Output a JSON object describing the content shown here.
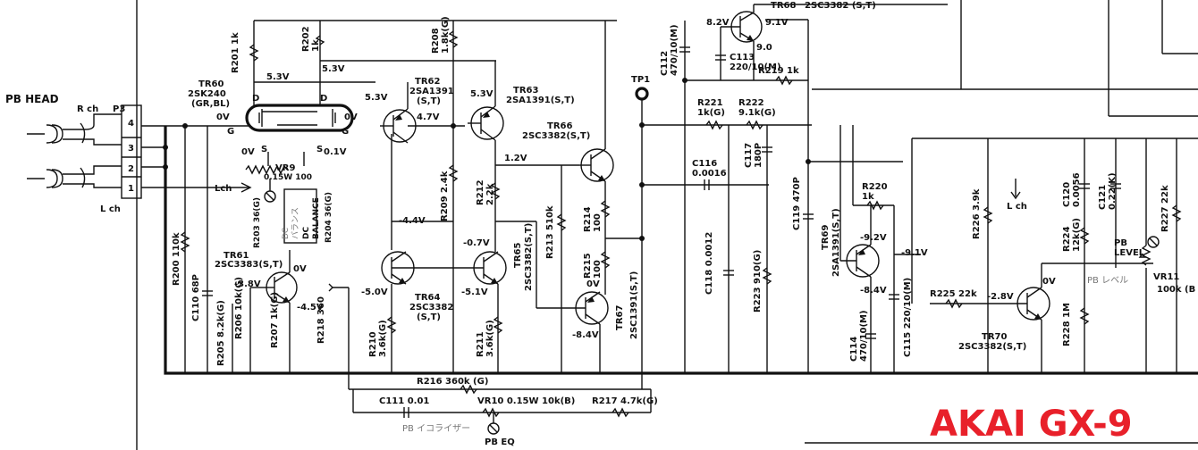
{
  "brand": "AKAI GX-9",
  "color": {
    "brand": "#e8202a",
    "ink": "#111111",
    "gray": "#777777"
  },
  "head": {
    "title": "PB HEAD",
    "rch": "R ch",
    "lch": "L ch",
    "port": "P3",
    "pins": [
      "4",
      "3",
      "2",
      "1"
    ]
  },
  "tr60": {
    "name": "TR60",
    "type": "2SK240",
    "sub": "(GR,BL)",
    "v_left": "5.3V",
    "v_right": "5.3V",
    "g0": "0V",
    "g1": "0V",
    "d": "D",
    "g": "G",
    "s": "S",
    "s_l": "0V",
    "s_r": "0.1V"
  },
  "vr9": {
    "name": "VR9",
    "spec": "0.15W 100",
    "jp": "DC\nバランス",
    "en": "DC\nBALANCE"
  },
  "r201": "R201 1k",
  "r202": "R202\n1k",
  "r203": "R203 36(G)",
  "r204": "R204 36(G)",
  "lch_out": "Lch",
  "tr61": {
    "name": "TR61",
    "type": "2SC3383(S,T)",
    "v_c": "0V",
    "v_b": "-3.8V",
    "v_e": "-4.5V"
  },
  "r200": "R200 110k",
  "c110": "C110 68P",
  "r205": "R205 8.2k(G)",
  "r206": "R206 10k(G)",
  "r207": "R207 1k(G)",
  "r218": "R218 360",
  "tr62": {
    "name": "TR62",
    "type": "2SA1391",
    "sub": "(S,T)",
    "v_e": "5.3V",
    "v_c": "4.7V"
  },
  "tr63": {
    "name": "TR63",
    "type": "2SA1391(S,T)",
    "v_e": "5.3V"
  },
  "r208": "R208\n1.8k(G)",
  "r209": "R209 2.4k",
  "r210": "R210\n3.6k(G)",
  "r211": "R211\n3.6k(G)",
  "r212": "R212\n2.2k",
  "v_44": "-4.4V",
  "v_50": "-5.0V",
  "v_51": "-5.1V",
  "v_07": "-0.7V",
  "v_12": "1.2V",
  "tr64": {
    "name": "TR64",
    "type": "2SC3382",
    "sub": "(S,T)"
  },
  "tr65": {
    "name": "TR65",
    "type": "2SC3382(S,T)"
  },
  "tr66": {
    "name": "TR66",
    "type": "2SC3382(S,T)"
  },
  "tr67": {
    "name": "TR67",
    "type": "2SC1391(S,T)",
    "v_e": "0V",
    "v_b": "-8.4V"
  },
  "r213": "R213 510k",
  "r214": "R214\n100",
  "r215": "R215\n100",
  "tp1": "TP1",
  "tr68": {
    "name": "TR68",
    "type": "2SC3382 (S,T)",
    "v_b": "8.2V",
    "v_c": "9.1V",
    "v_e": "9.0"
  },
  "c112": "C112\n470/10(M)",
  "c113": "C113\n220/10(M)",
  "r219": "R219 1k",
  "r221": "R221\n1k(G)",
  "r222": "R222\n9.1k(G)",
  "c116": "C116\n0.0016",
  "c117": "C117\n180P",
  "c118": "C118 0.0012",
  "r223": "R223 910(G)",
  "c119": "C119 470P",
  "r220": "R220\n1k",
  "tr69": {
    "name": "TR69",
    "type": "2SA1391(S,T)",
    "v_e": "-9.2V",
    "v_c": "-8.4V",
    "v_r": "-9.1V"
  },
  "c114": "C114\n470/10(M)",
  "c115": "C115 220/10(M)",
  "r226": "R226 3.9k",
  "lch2": "L ch",
  "c120": "C120\n0.0056",
  "c121": "C121\n0.22(K)",
  "r224": "R224\n12k(G)",
  "r225": "R225 22k",
  "v_28": "-2.8V",
  "v_0b": "0V",
  "tr70": {
    "name": "TR70",
    "type": "2SC3382(S,T)"
  },
  "r228": "R228 1M",
  "r227": "R227 22k",
  "pblevel": {
    "label": "PB\nLEVEL",
    "jp": "PB レベル",
    "vr": "VR11",
    "spec": "100k (B"
  },
  "r216": "R216 360k (G)",
  "c111": "C111 0.01",
  "vr10": "VR10 0.15W 10k(B)",
  "r217": "R217 4.7k(G)",
  "pbeq": {
    "jp": "PB イコライザー",
    "label": "PB EQ"
  }
}
